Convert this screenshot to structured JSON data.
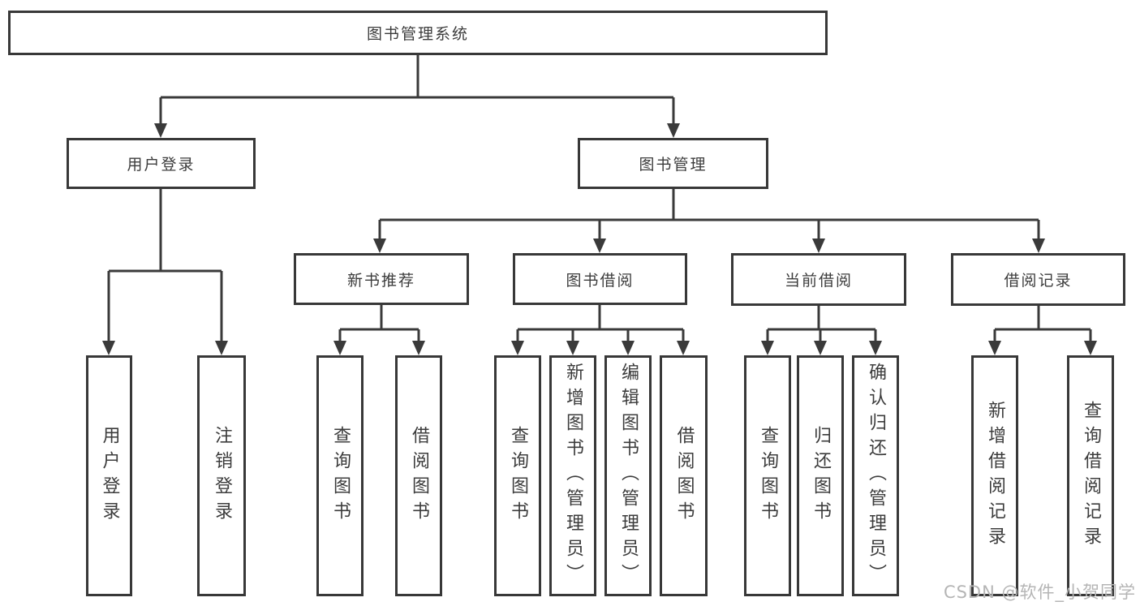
{
  "diagram_title": "图书管理系统",
  "tree": {
    "root": {
      "label": "图书管理系统",
      "children": [
        {
          "label": "用户登录",
          "children": [
            {
              "label": "用户登录"
            },
            {
              "label": "注销登录"
            }
          ]
        },
        {
          "label": "图书管理",
          "children": [
            {
              "label": "新书推荐",
              "children": [
                {
                  "label": "查询图书"
                },
                {
                  "label": "借阅图书"
                }
              ]
            },
            {
              "label": "图书借阅",
              "children": [
                {
                  "label": "查询图书"
                },
                {
                  "label": "新增图书（管理员）"
                },
                {
                  "label": "编辑图书（管理员）"
                },
                {
                  "label": "借阅图书"
                }
              ]
            },
            {
              "label": "当前借阅",
              "children": [
                {
                  "label": "查询图书"
                },
                {
                  "label": "归还图书"
                },
                {
                  "label": "确认归还（管理员）"
                }
              ]
            },
            {
              "label": "借阅记录",
              "children": [
                {
                  "label": "新增借阅记录"
                },
                {
                  "label": "查询借阅记录"
                }
              ]
            }
          ]
        }
      ]
    }
  },
  "colors": {
    "line": "#3a3a3a",
    "box_border": "#383838",
    "text": "#3c3c3c",
    "watermark": "#b5b5b5",
    "background": "#ffffff"
  },
  "watermark": {
    "text": "CSDN @软件_小贺同学"
  }
}
